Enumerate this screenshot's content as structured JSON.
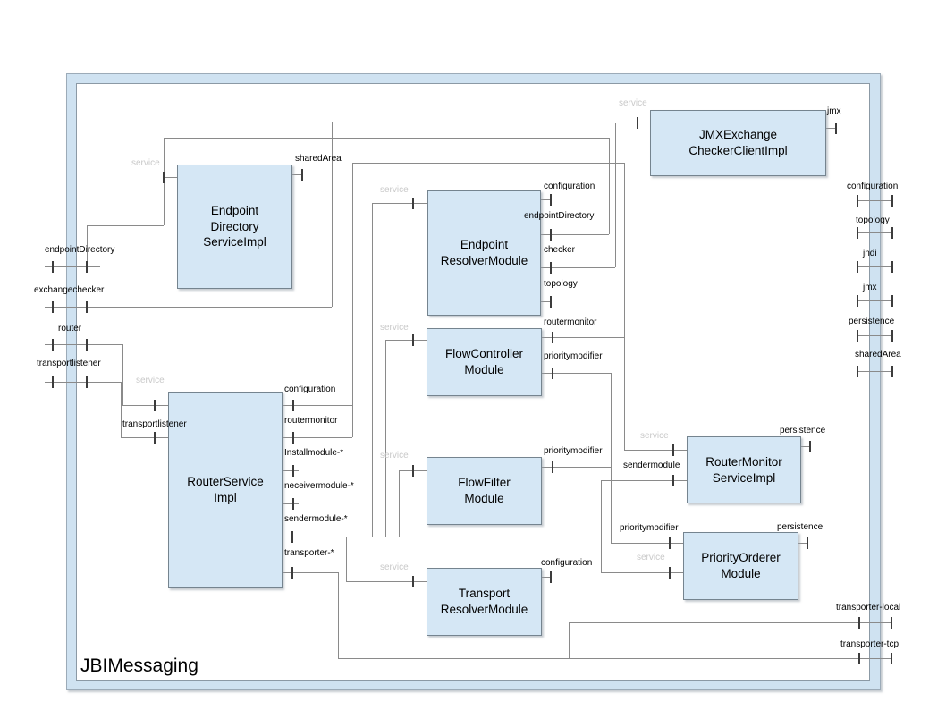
{
  "diagram": {
    "title": "JBIMessaging",
    "labels": {
      "service": "service",
      "configuration": "configuration",
      "endpointDirectory": "endpointDirectory",
      "checker": "checker",
      "topology": "topology",
      "routermonitor": "routermonitor",
      "prioritymodifier": "prioritymodifier",
      "installmodule_star": "Installmodule-*",
      "neceivermodule_star": "neceivermodule-*",
      "sendermodule_star": "sendermodule-*",
      "transporter_star": "transporter-*",
      "sendermodule": "sendermodule",
      "transportlistener": "transportlistener",
      "exchangechecker": "exchangechecker",
      "router": "router",
      "jndi": "jndi",
      "jmx": "jmx",
      "persistence": "persistence",
      "sharedArea": "sharedArea",
      "transporter_local": "transporter-local",
      "transporter_tcp": "transporter-tcp"
    },
    "components": [
      {
        "id": "endpoint-directory-serviceimpl",
        "label_lines": [
          "Endpoint",
          "Directory",
          "ServiceImpl"
        ]
      },
      {
        "id": "jmxexchange-checkerclientimpl",
        "label_lines": [
          "JMXExchange",
          "CheckerClientImpl"
        ]
      },
      {
        "id": "endpoint-resolvermodule",
        "label_lines": [
          "Endpoint",
          "ResolverModule"
        ]
      },
      {
        "id": "flowcontroller-module",
        "label_lines": [
          "FlowController",
          "Module"
        ]
      },
      {
        "id": "flowfilter-module",
        "label_lines": [
          "FlowFilter",
          "Module"
        ]
      },
      {
        "id": "transport-resolvermodule",
        "label_lines": [
          "Transport",
          "ResolverModule"
        ]
      },
      {
        "id": "routerservice-impl",
        "label_lines": [
          "RouterService",
          "Impl"
        ]
      },
      {
        "id": "routermonitor-serviceimpl",
        "label_lines": [
          "RouterMonitor",
          "ServiceImpl"
        ]
      },
      {
        "id": "priorityorderer-module",
        "label_lines": [
          "PriorityOrderer",
          "Module"
        ]
      }
    ],
    "colors": {
      "frame_band": "#cfe2f1",
      "frame_outer_line": "#9cabb8",
      "frame_inner_line": "#8b99a5",
      "box_fill": "#d5e7f5",
      "box_border": "#75848f",
      "wire": "#8a8a8a",
      "tick": "#3c3c3c",
      "service_text": "#c9c9c9",
      "text": "#000000"
    }
  }
}
